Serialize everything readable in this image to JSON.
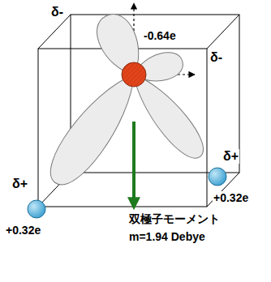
{
  "diagram": {
    "labels": [
      "δ-",
      "-0.64e",
      "δ-",
      "δ+",
      "+0.32e",
      "δ+",
      "+0.32e",
      "双極子モーメント",
      "m=1.94 Debye"
    ]
  }
}
